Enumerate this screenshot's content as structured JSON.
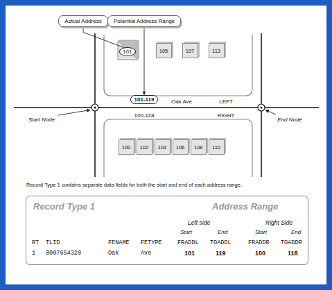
{
  "diagram": {
    "nodes": [
      {
        "text": [
          "Actual Address"
        ]
      },
      {
        "text": [
          "Potential Address Range"
        ]
      },
      {
        "text": [
          "101"
        ]
      },
      {
        "text": [
          "105"
        ]
      },
      {
        "text": [
          "107"
        ]
      },
      {
        "text": [
          "113"
        ]
      },
      {
        "text": [
          "101-119"
        ]
      },
      {
        "text": [
          "100"
        ]
      },
      {
        "text": [
          "102"
        ]
      },
      {
        "text": [
          "104"
        ]
      },
      {
        "text": [
          "106"
        ]
      },
      {
        "text": [
          "108"
        ]
      },
      {
        "text": [
          "110"
        ]
      },
      {
        "text": [
          "Record Type 1",
          "Address Range",
          "Left side",
          "Right Side",
          "Start",
          "End",
          "Start",
          "End",
          "RT",
          "TLID",
          "FENAME",
          "FETYPE",
          "FRADDL",
          "TOADDL",
          "FRADDR",
          "TOADDR",
          "1",
          "0007654320",
          "Oak",
          "Ave",
          "101",
          "119",
          "100",
          "118"
        ]
      }
    ],
    "edges": [
      {
        "from": 0,
        "to": 2,
        "arrow": "none"
      },
      {
        "from": 1,
        "to": 6,
        "arrow": "to"
      }
    ],
    "labels": [
      "Oak Ave",
      "LEFT",
      "100-118",
      "RIGHT",
      "Start Node",
      "End Node",
      "Record Type 1 contains separate data fields for both the start and end of each address range."
    ]
  }
}
